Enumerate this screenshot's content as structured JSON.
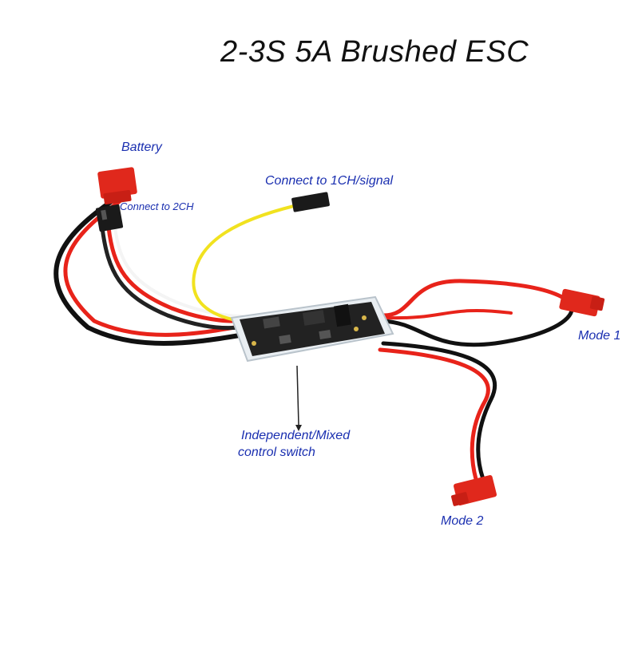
{
  "title": "2-3S 5A Brushed ESC",
  "labels": {
    "battery": "Battery",
    "connect_2ch": "Connect to 2CH",
    "connect_1ch": "Connect to 1CH/signal",
    "mode1": "Mode 1",
    "mode2": "Mode 2",
    "switch_line1": "Independent/Mixed",
    "switch_line2": "control switch"
  },
  "colors": {
    "label": "#1a2fb0",
    "wire_red": "#e8231a",
    "wire_black": "#111111",
    "wire_yellow": "#f1e21f",
    "connector_red": "#e0281c",
    "board": "#222222"
  }
}
